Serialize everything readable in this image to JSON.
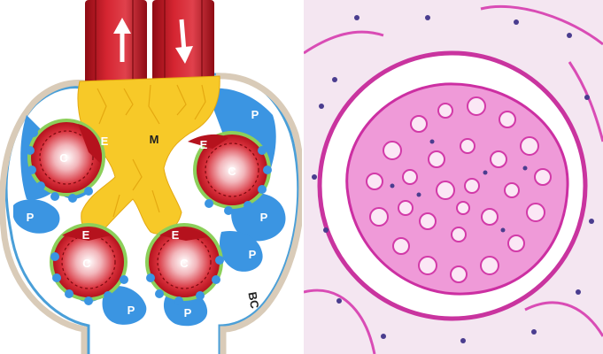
{
  "diagram": {
    "labels": {
      "capillary": "C",
      "endothelium": "E",
      "mesangium": "M",
      "podocyte": "P",
      "bowmans_capsule": "BC"
    },
    "colors": {
      "capsule_outer": "#4a9fd8",
      "capsule_inner": "#d9cbb8",
      "mesangium": "#f7c928",
      "capillary": "#c81e2b",
      "capillary_core": "#ffffff",
      "basement_membrane": "#8ccf5a",
      "podocyte": "#3b95e2",
      "vessel": "#b8141f"
    },
    "icons": [
      "arrow-up-icon",
      "arrow-down-icon"
    ]
  },
  "micrograph": {
    "stain": "PAS (magenta)",
    "colors": {
      "background": "#f4e6f1",
      "matrix": "#d93cb0",
      "nuclei": "#4a3d8f"
    }
  }
}
